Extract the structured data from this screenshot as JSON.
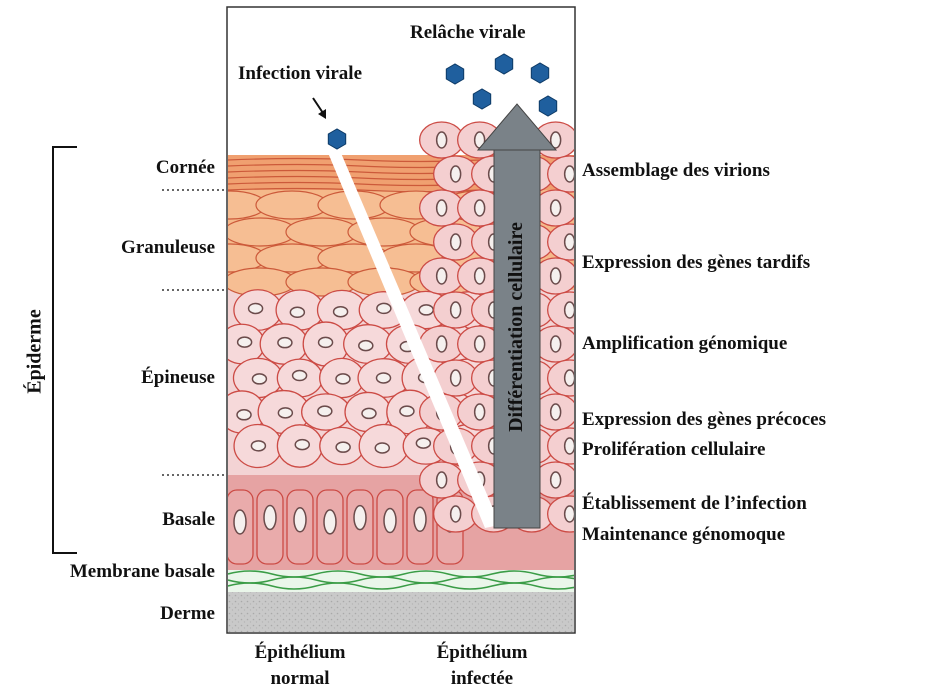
{
  "colors": {
    "cornee": "#f0a070",
    "granuleuse": "#f5b98a",
    "epineuse": "#f3d3d4",
    "basale": "#e6a3a3",
    "cell_border": "#cc4b45",
    "membrane": "#4caf50",
    "derme": "#c8c8c8",
    "virion": "#1f5f9e",
    "arrow": "#7a8288"
  },
  "labels": {
    "epiderme": "Épiderme",
    "cornee": "Cornée",
    "granuleuse": "Granuleuse",
    "epineuse": "Épineuse",
    "basale": "Basale",
    "membrane_basale": "Membrane basale",
    "derme": "Derme",
    "infection_virale": "Infection virale",
    "relache_virale": "Relâche virale",
    "differentiation": "Différentiation cellulaire",
    "normal_line1": "Épithélium",
    "normal_line2": "normal",
    "infected_line1": "Épithélium",
    "infected_line2": "infectée"
  },
  "stages": {
    "assemblage": "Assemblage des virions",
    "tardifs": "Expression des gènes tardifs",
    "amplification": "Amplification génomique",
    "precoces": "Expression des gènes précoces",
    "proliferation": "Prolifération cellulaire",
    "etablissement": "Établissement de l’infection",
    "maintenance": "Maintenance génomoque"
  }
}
